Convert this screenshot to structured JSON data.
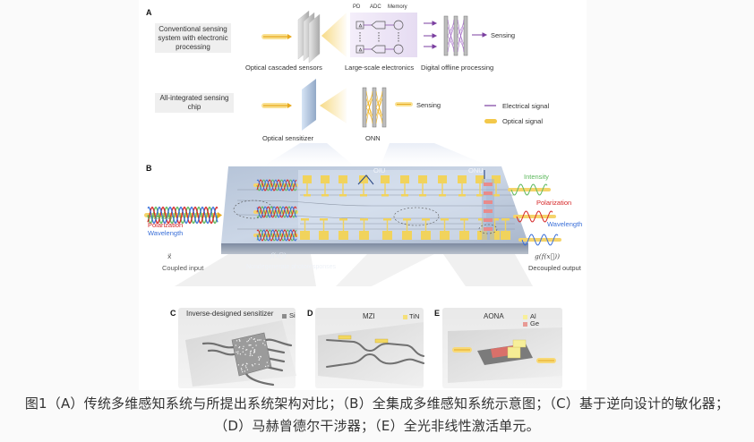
{
  "panel_a": {
    "letter": "A",
    "conventional_label": [
      "Conventional sensing",
      "system with electronic",
      "processing"
    ],
    "optical_cascaded_sensors": "Optical cascaded sensors",
    "electronics_headers": [
      "PD",
      "ADC",
      "Memory"
    ],
    "large_scale_electronics": "Large-scale electronics",
    "digital_offline_processing": "Digital offline processing",
    "sensing_top": "Sensing",
    "integrated_label": [
      "All-integrated sensing",
      "chip"
    ],
    "optical_sensitizer": "Optical sensitizer",
    "onn": "ONN",
    "sensing_bottom": "Sensing",
    "legend": [
      {
        "label": "Electrical signal",
        "color": "#7b3fa0"
      },
      {
        "label": "Optical signal",
        "color": "#f3c84a"
      }
    ]
  },
  "panel_b": {
    "letter": "B",
    "input_props": [
      {
        "label": "Intensity",
        "color": "#5cb85c"
      },
      {
        "label": "Polarization",
        "color": "#d62728"
      },
      {
        "label": "Wavelength",
        "color": "#3a6fd8"
      }
    ],
    "input_symbol": "x⃗",
    "coupled_input": "Coupled  input",
    "f_symbol": "f(x⃗)",
    "nondegenerate": "Nondegenerate photoresponses",
    "oiu": "OIU",
    "onu": "ONU",
    "output_props": [
      {
        "label": "Intensity",
        "color": "#5cb85c"
      },
      {
        "label": "Polarization",
        "color": "#d62728"
      },
      {
        "label": "Wavelength",
        "color": "#3a6fd8"
      }
    ],
    "g_symbol": "g(f(x⃗))",
    "decoupled_output": "Decoupled output"
  },
  "panel_c": {
    "letter": "C",
    "title": "Inverse-designed sensitizer",
    "legend": [
      {
        "label": "Si",
        "color": "#8c8c8c"
      }
    ]
  },
  "panel_d": {
    "letter": "D",
    "title": "MZI",
    "legend": [
      {
        "label": "TiN",
        "color": "#f5e07a"
      }
    ]
  },
  "panel_e": {
    "letter": "E",
    "title": "AONA",
    "legend": [
      {
        "label": "Al",
        "color": "#f7ef9a"
      },
      {
        "label": "Ge",
        "color": "#e89a95"
      }
    ]
  },
  "caption": {
    "line1": "图1（A）传统多维感知系统与所提出系统架构对比；（B）全集成多维感知系统示意图；（C）基于逆向设计的敏化器；",
    "line2": "（D）马赫曾德尔干涉器；（E）全光非线性激活单元。"
  }
}
